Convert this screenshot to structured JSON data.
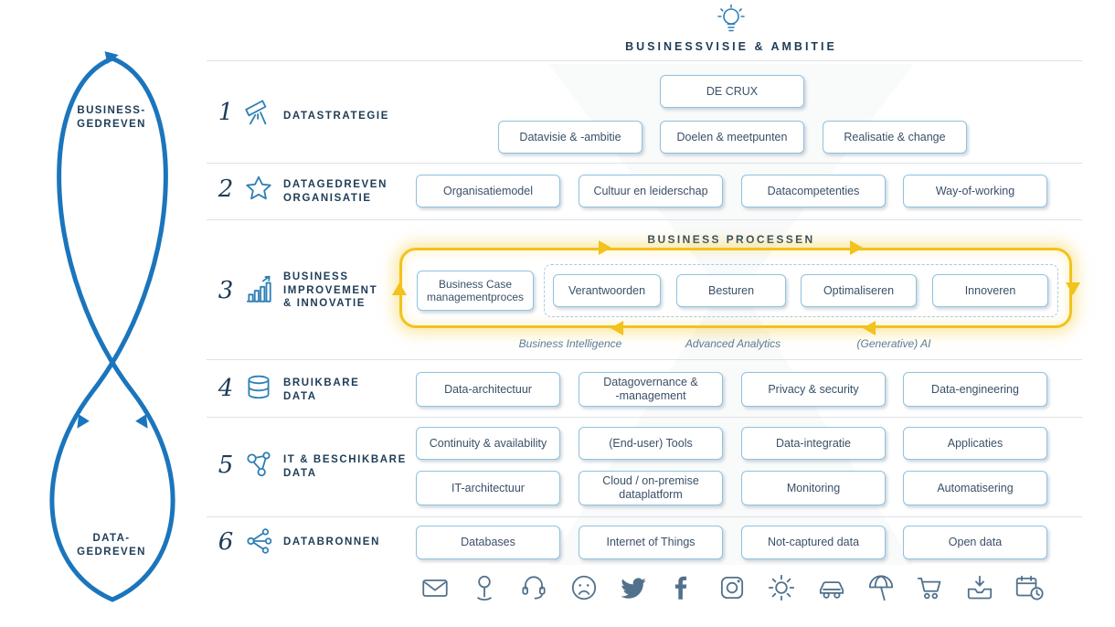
{
  "header": {
    "title": "BUSINESSVISIE & AMBITIE",
    "icon": "lightbulb-icon"
  },
  "loop": {
    "top_label": "BUSINESS-\nGEDREVEN",
    "bottom_label": "DATA-\nGEDREVEN"
  },
  "rows": [
    {
      "number": "1",
      "icon": "telescope-icon",
      "label": "DATASTRATEGIE",
      "crux_box": "DE CRUX",
      "boxes": [
        "Datavisie & -ambitie",
        "Doelen & meetpunten",
        "Realisatie & change"
      ]
    },
    {
      "number": "2",
      "icon": "star-icon",
      "label": "DATAGEDREVEN\nORGANISATIE",
      "boxes": [
        "Organisatiemodel",
        "Cultuur en leiderschap",
        "Datacompetenties",
        "Way-of-working"
      ]
    },
    {
      "number": "3",
      "icon": "bar-chart-icon",
      "label": "BUSINESS\nIMPROVEMENT\n& INNOVATIE",
      "process_title": "BUSINESS PROCESSEN",
      "main_box": "Business Case\nmanagementproces",
      "boxes": [
        "Verantwoorden",
        "Besturen",
        "Optimaliseren",
        "Innoveren"
      ],
      "footnotes": [
        "Business Intelligence",
        "Advanced Analytics",
        "(Generative) AI"
      ]
    },
    {
      "number": "4",
      "icon": "database-icon",
      "label": "BRUIKBARE\nDATA",
      "boxes": [
        "Data-architectuur",
        "Datagovernance &\n-management",
        "Privacy & security",
        "Data-engineering"
      ]
    },
    {
      "number": "5",
      "icon": "molecule-icon",
      "label": "IT & BESCHIKBARE\nDATA",
      "boxes_row1": [
        "Continuity & availability",
        "(End-user) Tools",
        "Data-integratie",
        "Applicaties"
      ],
      "boxes_row2": [
        "IT-architectuur",
        "Cloud / on-premise\ndataplatform",
        "Monitoring",
        "Automatisering"
      ]
    },
    {
      "number": "6",
      "icon": "share-network-icon",
      "label": "DATABRONNEN",
      "boxes": [
        "Databases",
        "Internet of Things",
        "Not-captured data",
        "Open data"
      ]
    }
  ],
  "bottom_icons": [
    "envelope",
    "map-pin",
    "support-agent",
    "sad-face",
    "twitter",
    "facebook",
    "instagram",
    "sun",
    "car",
    "beach-umbrella",
    "shopping-cart",
    "inbox-tray",
    "calendar-clock"
  ],
  "palette": {
    "loop_blue": "#1b75bc",
    "icon_blue": "#2e7fb5",
    "box_border": "#8fc2de",
    "text_navy": "#1e3c57",
    "highlight_yellow": "#f2c21d"
  }
}
